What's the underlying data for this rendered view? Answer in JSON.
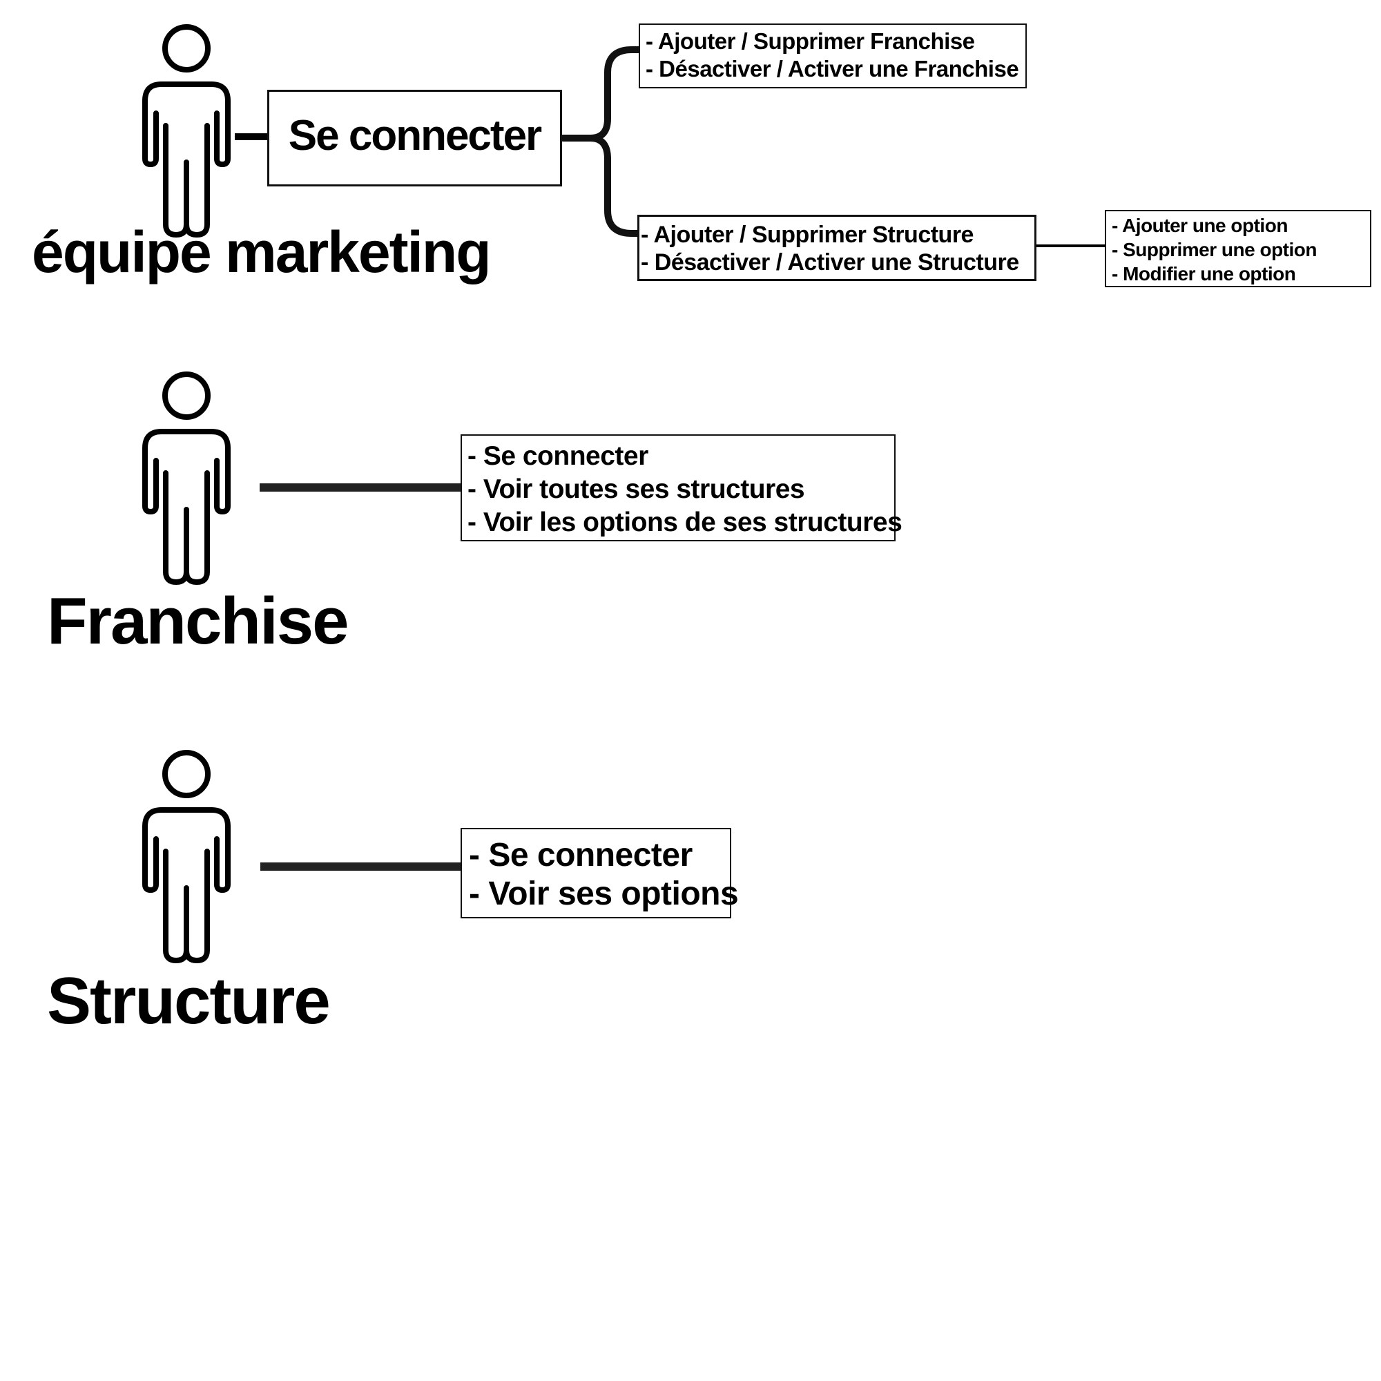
{
  "actors": {
    "marketing": {
      "label": "équipe marketing",
      "icon": "person-icon",
      "login": "Se connecter",
      "franchise_actions": [
        "- Ajouter / Supprimer Franchise",
        "- Désactiver / Activer une Franchise"
      ],
      "structure_actions": [
        "- Ajouter / Supprimer Structure",
        "- Désactiver / Activer une Structure"
      ],
      "option_actions": [
        "- Ajouter une option",
        "- Supprimer une option",
        "- Modifier une option"
      ]
    },
    "franchise": {
      "label": "Franchise",
      "icon": "person-icon",
      "actions": [
        "- Se connecter",
        "- Voir toutes ses structures",
        "- Voir les options de ses structures"
      ]
    },
    "structure": {
      "label": "Structure",
      "icon": "person-icon",
      "actions": [
        "- Se connecter",
        "- Voir ses options"
      ]
    }
  }
}
